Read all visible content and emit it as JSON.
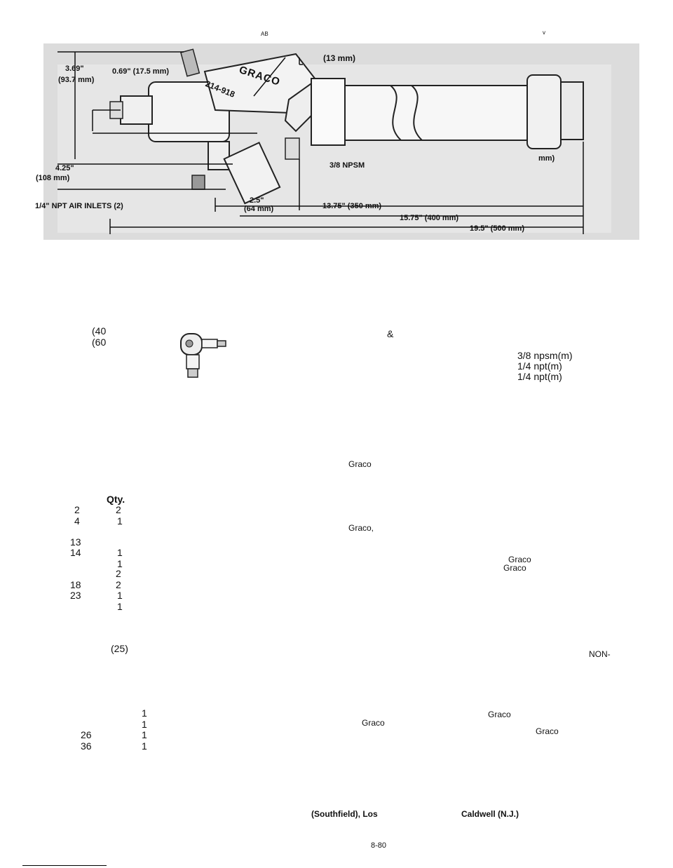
{
  "figure": {
    "top_mark_a": "AB",
    "top_mark_b": "v",
    "dim_13mm": "(13 mm)",
    "dim_369": "3.69\"",
    "dim_937": "(93.7 mm)",
    "dim_069": "0.69\" (17.5 mm)",
    "part_number": "214-918",
    "brand_name": "GRACO",
    "dim_425": "4.25\"",
    "dim_108": "(108 mm)",
    "npsm_label": "3/8 NPSM",
    "air_inlets": "1/4\" NPT AIR INLETS (2)",
    "dim_25": "2.5\"",
    "dim_64": "(64 mm)",
    "dim_1375": "13.75\" (350 mm)",
    "dim_1575": "15.75\" (400 mm)",
    "dim_195": "19.5\" (500 mm)",
    "dim_mm_right": "mm)"
  },
  "specs": {
    "paren_40": "(40",
    "paren_60": "(60",
    "ampersand": "&",
    "thread_1": "3/8 npsm(m)",
    "thread_2": "1/4 npt(m)",
    "thread_3": "1/4 npt(m)"
  },
  "parts_table": {
    "qty_header": "Qty.",
    "rows": [
      {
        "ref": "2",
        "qty": "2"
      },
      {
        "ref": "4",
        "qty": "1"
      },
      {
        "ref": "13",
        "qty": ""
      },
      {
        "ref": "14",
        "qty": "1"
      },
      {
        "ref": "",
        "qty": "1"
      },
      {
        "ref": "",
        "qty": "2"
      },
      {
        "ref": "18",
        "qty": "2"
      },
      {
        "ref": "23",
        "qty": "1"
      },
      {
        "ref": "",
        "qty": "1"
      }
    ],
    "ref_25": "(25)"
  },
  "lower_table": {
    "rows": [
      {
        "ref": "",
        "qty": "1"
      },
      {
        "ref": "",
        "qty": "1"
      },
      {
        "ref": "26",
        "qty": "1"
      },
      {
        "ref": "36",
        "qty": "1"
      }
    ]
  },
  "right_text": {
    "graco_1": "Graco",
    "graco_2": "Graco,",
    "graco_3": "Graco",
    "graco_4": "Graco",
    "non": "NON-",
    "graco_5": "Graco",
    "graco_6": "Graco",
    "graco_7": "Graco"
  },
  "footer": {
    "southfield": "(Southfield), Los",
    "caldwell": "Caldwell (N.J.)",
    "page_code": "8-80"
  }
}
